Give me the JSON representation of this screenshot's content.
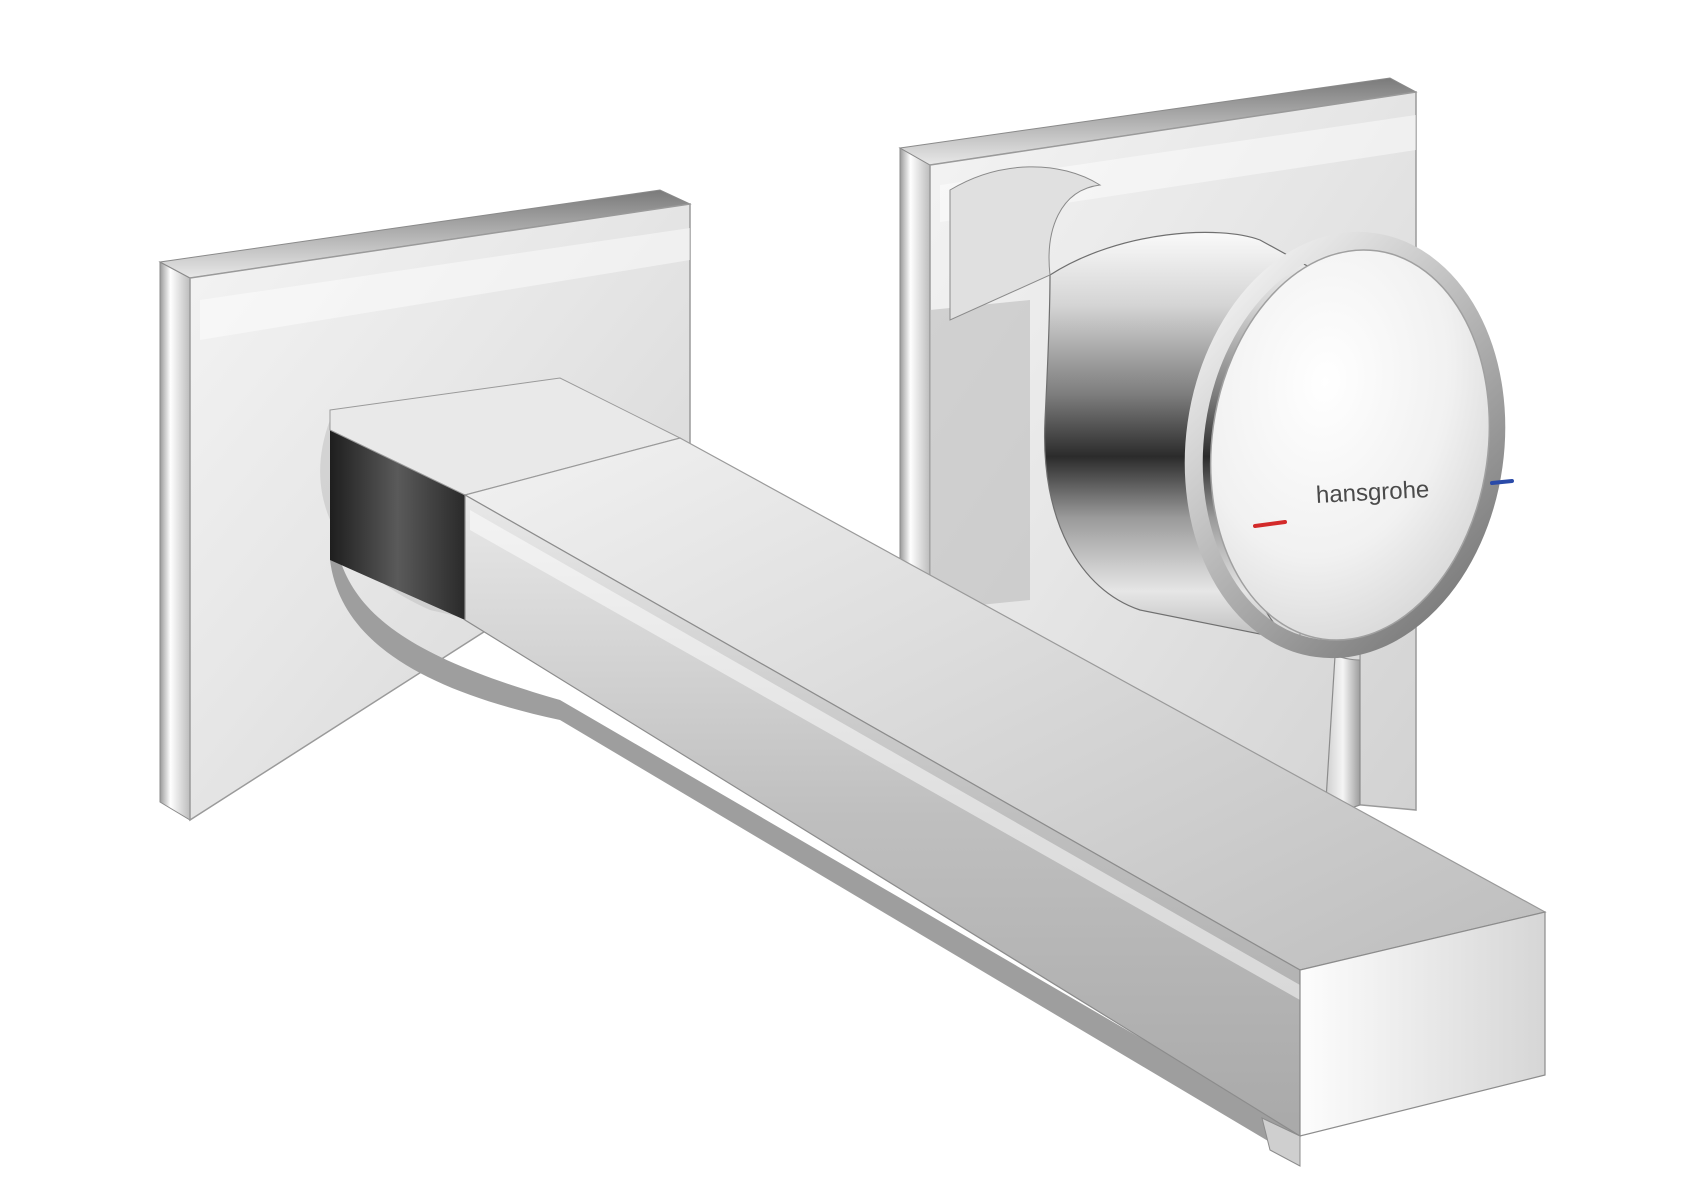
{
  "image": {
    "background": "#ffffff",
    "subject": "wall-mounted-basin-mixer",
    "finish": "chrome"
  },
  "branding": {
    "logo_text": "hansgrohe"
  },
  "indicators": {
    "hot_color": "#d32a2a",
    "cold_color": "#2a4aa8"
  }
}
